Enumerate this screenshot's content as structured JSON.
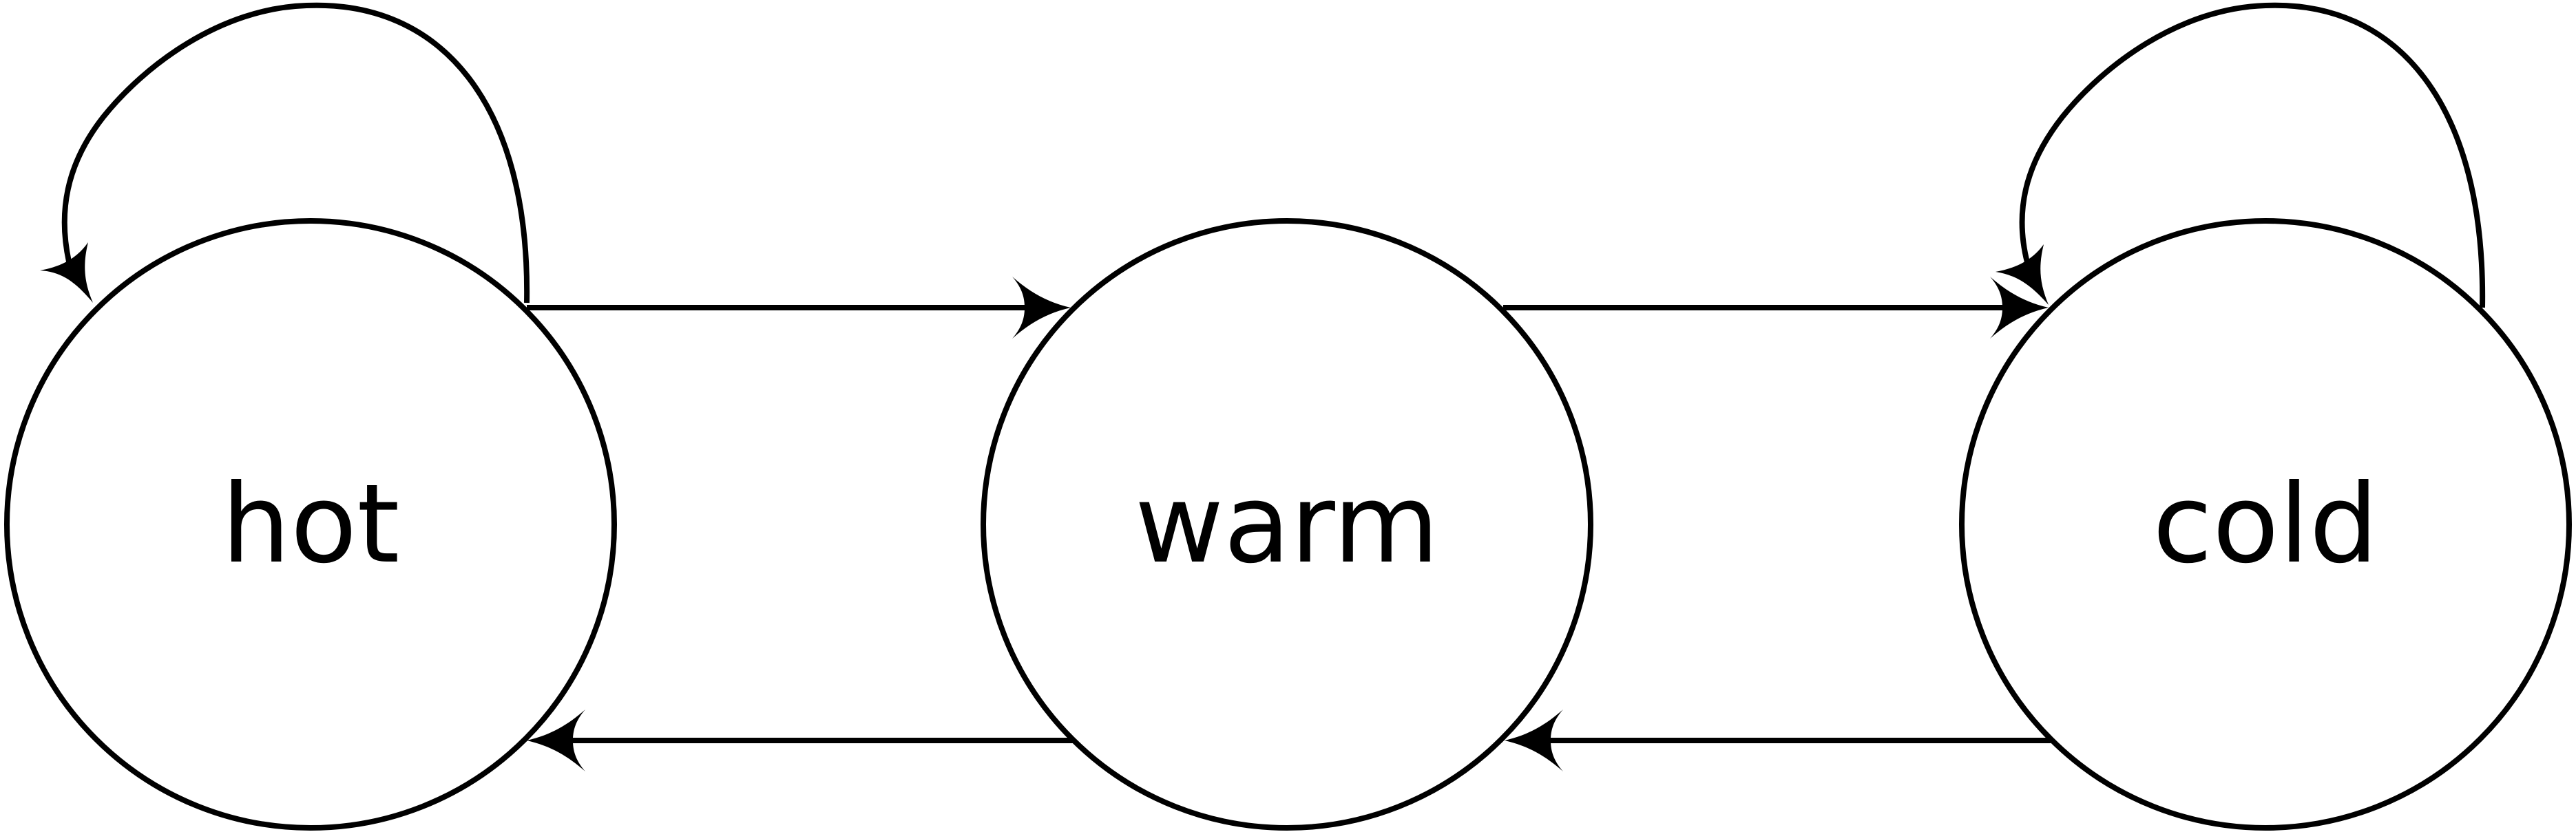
{
  "diagram": {
    "type": "state-transition",
    "states": [
      {
        "id": "hot",
        "label": "hot"
      },
      {
        "id": "warm",
        "label": "warm"
      },
      {
        "id": "cold",
        "label": "cold"
      }
    ],
    "transitions": [
      {
        "from": "hot",
        "to": "hot"
      },
      {
        "from": "hot",
        "to": "warm"
      },
      {
        "from": "warm",
        "to": "cold"
      },
      {
        "from": "cold",
        "to": "cold"
      },
      {
        "from": "warm",
        "to": "hot"
      },
      {
        "from": "cold",
        "to": "warm"
      }
    ],
    "colors": {
      "stroke": "#000000",
      "fill": "#ffffff",
      "text": "#000000"
    }
  }
}
